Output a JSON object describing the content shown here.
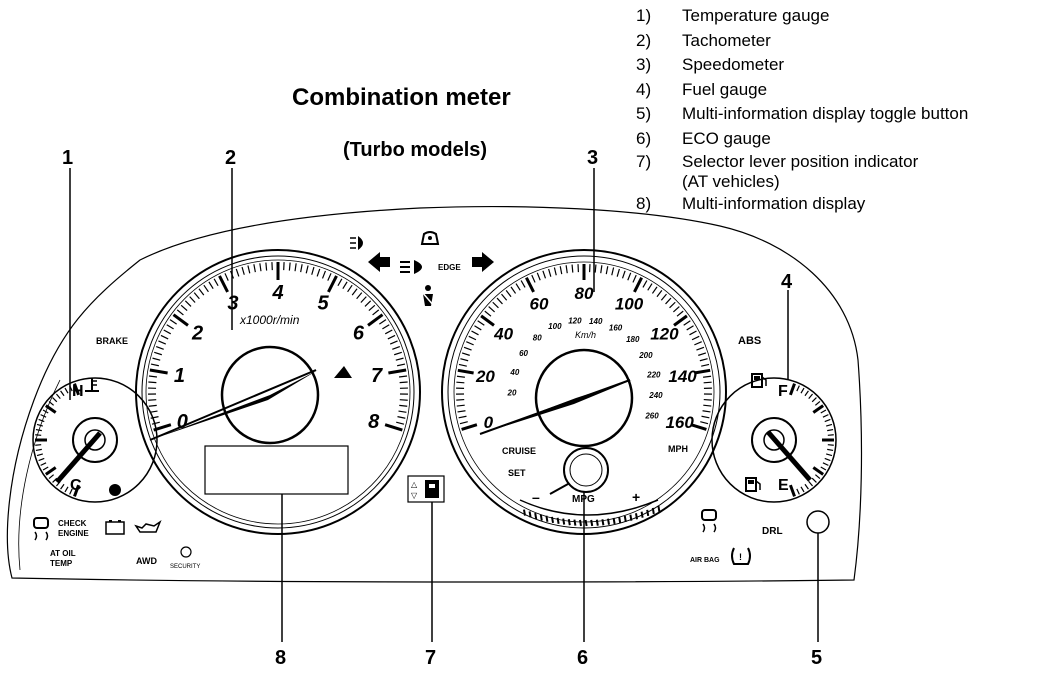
{
  "title": "Combination meter",
  "subtitle": "(Turbo models)",
  "legend": [
    {
      "num": "1)",
      "text": "Temperature gauge"
    },
    {
      "num": "2)",
      "text": "Tachometer"
    },
    {
      "num": "3)",
      "text": "Speedometer"
    },
    {
      "num": "4)",
      "text": "Fuel gauge"
    },
    {
      "num": "5)",
      "text": "Multi-information display toggle button"
    },
    {
      "num": "6)",
      "text": "ECO gauge"
    },
    {
      "num": "7)",
      "text": "Selector lever position indicator"
    },
    {
      "num": "",
      "text": "(AT vehicles)"
    },
    {
      "num": "8)",
      "text": "Multi-information display"
    }
  ],
  "callouts": {
    "c1": "1",
    "c2": "2",
    "c3": "3",
    "c4": "4",
    "c5": "5",
    "c6": "6",
    "c7": "7",
    "c8": "8"
  },
  "tachometer": {
    "unit": "x1000r/min",
    "ticks": [
      "0",
      "1",
      "2",
      "3",
      "4",
      "5",
      "6",
      "7",
      "8"
    ]
  },
  "speedometer": {
    "mph_ticks": [
      "0",
      "20",
      "40",
      "60",
      "80",
      "100",
      "120",
      "140",
      "160"
    ],
    "kmh_ticks": [
      "20",
      "40",
      "60",
      "80",
      "100",
      "120",
      "140",
      "160",
      "180",
      "200",
      "220",
      "240",
      "260"
    ],
    "kmh_unit": "Km/h",
    "mph_unit": "MPH"
  },
  "temperature": {
    "hot": "H",
    "cold": "C"
  },
  "fuel": {
    "full": "F",
    "empty": "E"
  },
  "eco": {
    "label": "MPG",
    "minus": "–",
    "plus": "+"
  },
  "indicators": {
    "brake": "BRAKE",
    "abs": "ABS",
    "cruise": "CRUISE",
    "set": "SET",
    "check_engine_line1": "CHECK",
    "check_engine_line2": "ENGINE",
    "at_oil_temp_line1": "AT OIL",
    "at_oil_temp_line2": "TEMP",
    "awd": "AWD",
    "security": "SECURITY",
    "airbag": "AIR BAG",
    "drl": "DRL",
    "edge": "EDGE"
  },
  "icons": [
    "fog-light-icon",
    "turn-left-arrow-icon",
    "headlight-icon",
    "turn-right-arrow-icon",
    "door-open-icon",
    "seatbelt-icon",
    "coolant-temp-icon",
    "fuel-pump-icon",
    "battery-icon",
    "oil-can-icon",
    "skid-car-icon",
    "tire-pressure-icon",
    "selector-lever-icon"
  ]
}
